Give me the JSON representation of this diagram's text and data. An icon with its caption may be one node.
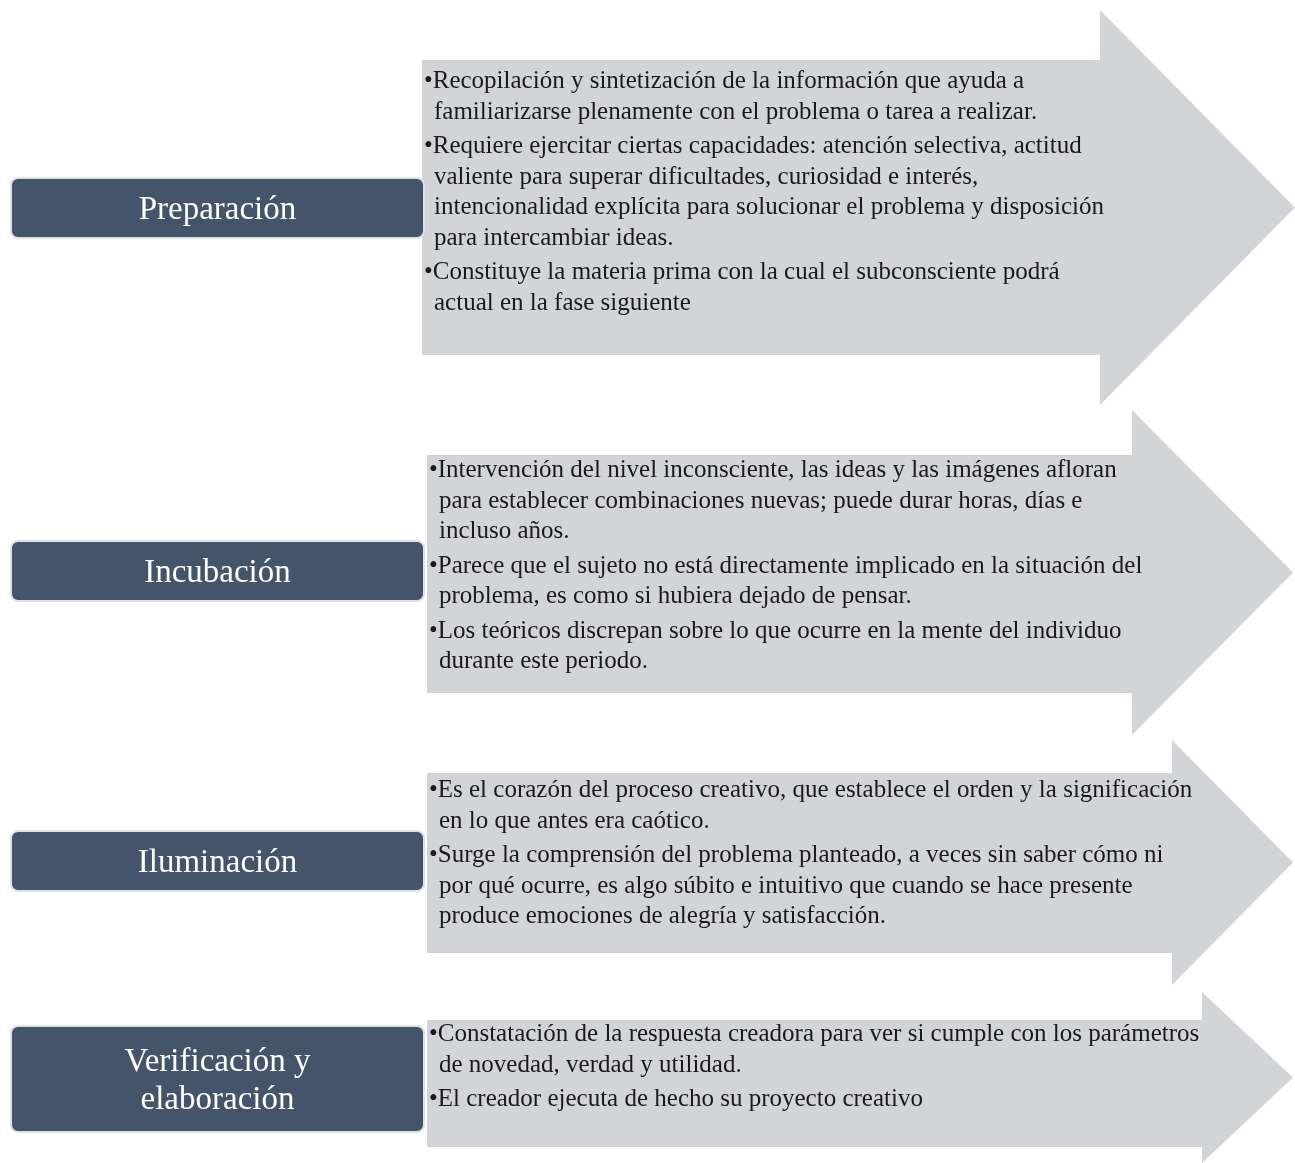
{
  "diagram": {
    "nodes": [
      {
        "text": [
          "Preparación"
        ]
      },
      {
        "text": [
          "•Recopilación y sintetización de la información que ayuda a familiarizarse plenamente con el problema o tarea a realizar.",
          "•Requiere ejercitar ciertas capacidades: atención selectiva, actitud valiente para superar dificultades, curiosidad e interés, intencionalidad explícita para solucionar el problema y disposición para intercambiar ideas.",
          "•Constituye la materia prima con la cual el subconsciente podrá actual en la fase siguiente"
        ]
      },
      {
        "text": [
          "Incubación"
        ]
      },
      {
        "text": [
          "•Intervención del nivel inconsciente, las ideas y las imágenes afloran para establecer combinaciones nuevas; puede durar horas, días e incluso años.",
          "•Parece que el sujeto no está directamente implicado en la situación del problema, es como si hubiera dejado de pensar.",
          "•Los teóricos discrepan sobre lo que ocurre en la mente del individuo durante este periodo."
        ]
      },
      {
        "text": [
          "Iluminación"
        ]
      },
      {
        "text": [
          "•Es el corazón del proceso creativo, que establece el orden y la significación en lo que antes era caótico.",
          "•Surge la comprensión del problema planteado, a veces sin saber cómo ni por qué ocurre, es algo súbito e intuitivo que cuando se hace presente produce emociones de alegría y satisfacción."
        ]
      },
      {
        "text": [
          "Verificación y elaboración"
        ]
      },
      {
        "text": [
          "•Constatación de la respuesta creadora para ver si cumple con los parámetros de novedad, verdad y utilidad.",
          "•El creador ejecuta de hecho su proyecto creativo"
        ]
      }
    ]
  }
}
